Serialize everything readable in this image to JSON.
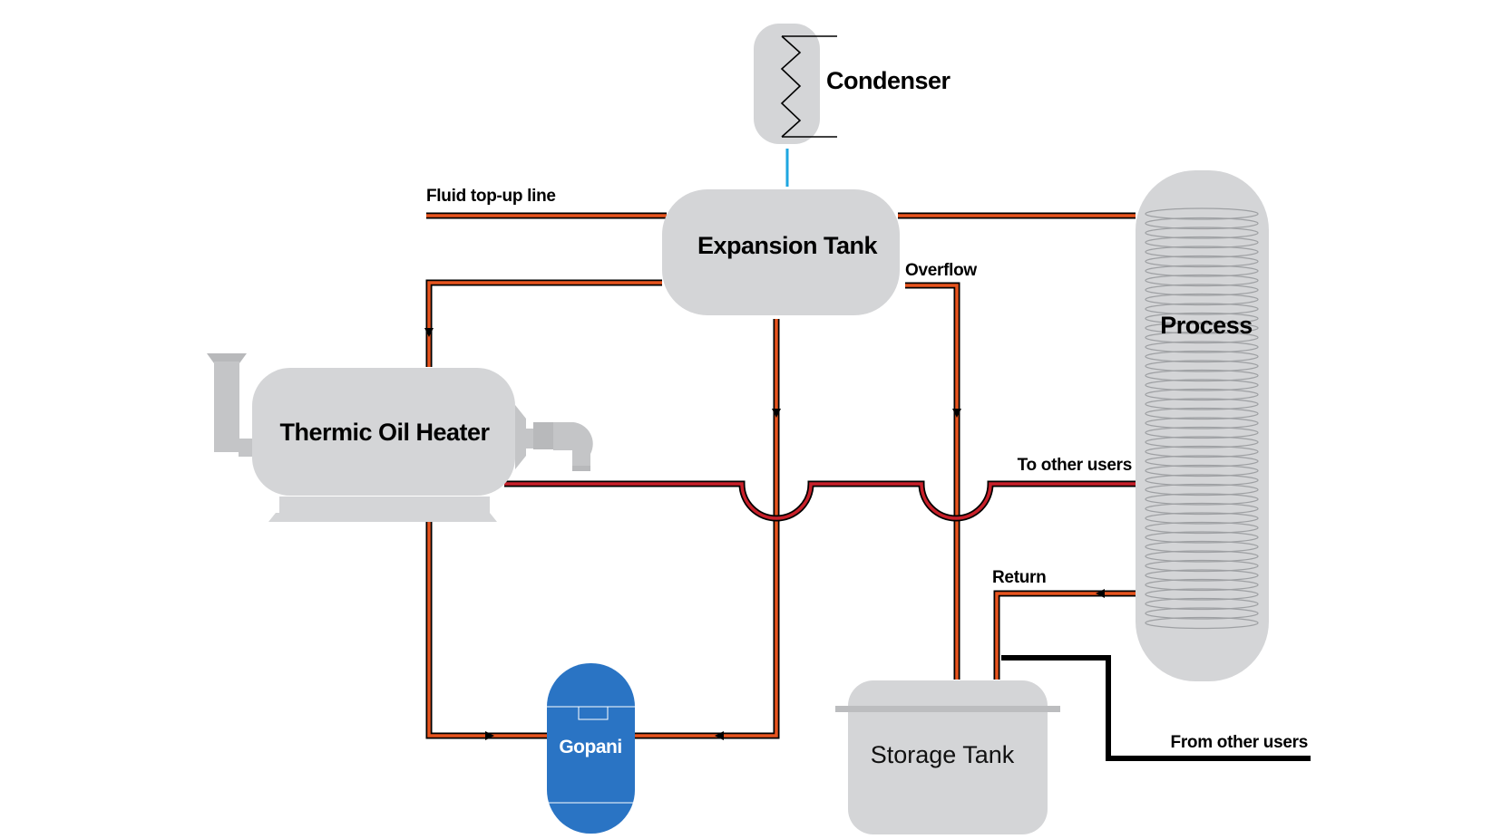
{
  "labels": {
    "condenser": "Condenser",
    "expansion_tank": "Expansion Tank",
    "process": "Process",
    "thermic_oil_heater": "Thermic Oil Heater",
    "storage_tank": "Storage Tank",
    "gopani": "Gopani",
    "fluid_topup_line": "Fluid top-up line",
    "overflow": "Overflow",
    "to_other_users": "To other users",
    "return": "Return",
    "from_other_users": "From other users"
  },
  "colors": {
    "pipe_orange": "#e8541e",
    "pipe_red": "#c8202a",
    "equipment_gray": "#d4d5d7",
    "gopani_blue": "#2a74c4",
    "vent_blue": "#1ea6e0",
    "black_line": "#000000"
  }
}
